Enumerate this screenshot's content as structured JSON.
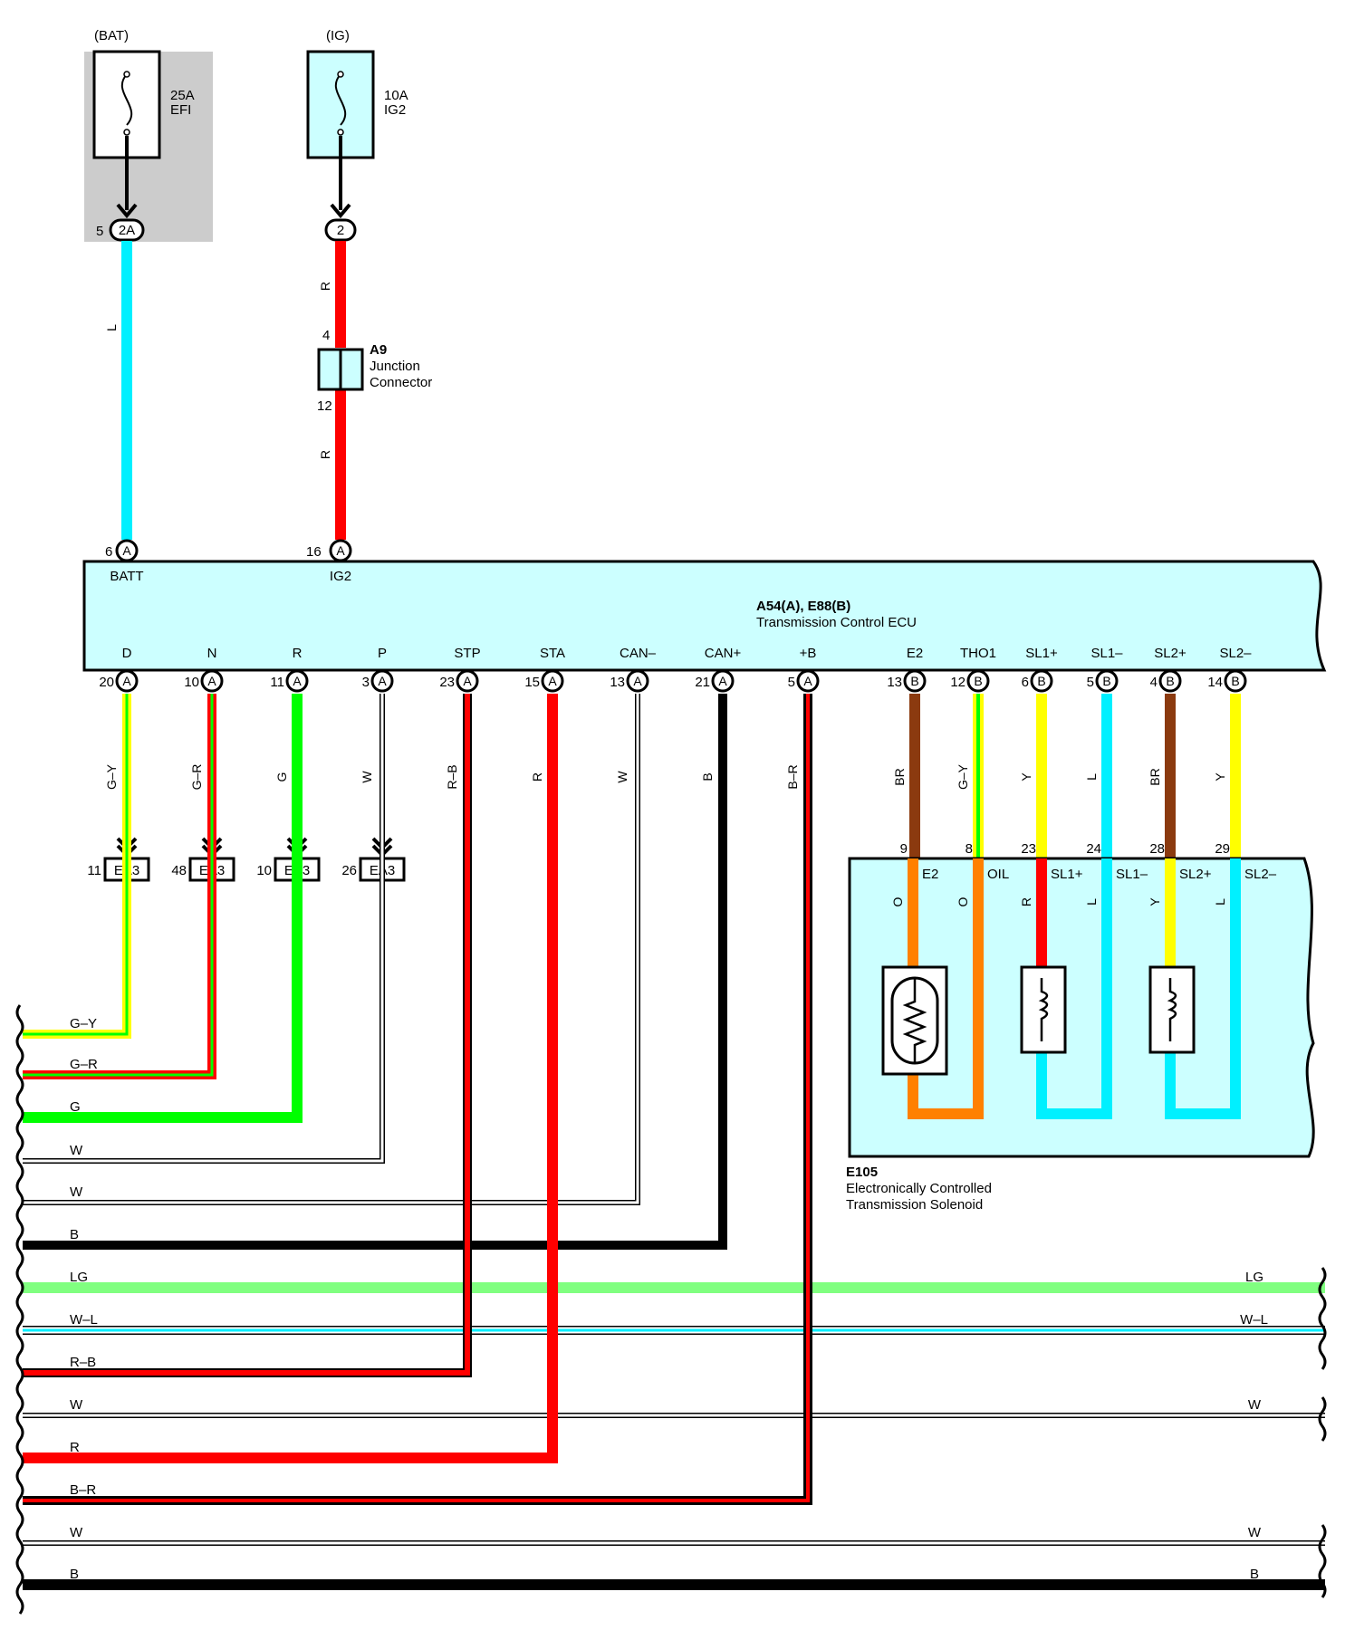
{
  "fuses": [
    {
      "source": "(BAT)",
      "rating": "25A",
      "name": "EFI",
      "connector": "2A",
      "pin": "5"
    },
    {
      "source": "(IG)",
      "rating": "10A",
      "name": "IG2",
      "connector": "2",
      "pin": ""
    }
  ],
  "junction": {
    "id": "A9",
    "line1": "Junction",
    "line2": "Connector",
    "pin_top": "4",
    "pin_bottom": "12"
  },
  "wire_codes_top": {
    "batt": "L",
    "ig_upper": "R",
    "ig_lower": "R"
  },
  "ecu": {
    "id": "A54(A), E88(B)",
    "name": "Transmission Control ECU",
    "top_pins": [
      {
        "pin": "6",
        "conn": "A",
        "label": "BATT"
      },
      {
        "pin": "16",
        "conn": "A",
        "label": "IG2"
      }
    ],
    "bottom_pins": [
      {
        "pin": "20",
        "conn": "A",
        "label": "D",
        "wire": "G–Y"
      },
      {
        "pin": "10",
        "conn": "A",
        "label": "N",
        "wire": "G–R"
      },
      {
        "pin": "11",
        "conn": "A",
        "label": "R",
        "wire": "G"
      },
      {
        "pin": "3",
        "conn": "A",
        "label": "P",
        "wire": "W"
      },
      {
        "pin": "23",
        "conn": "A",
        "label": "STP",
        "wire": "R–B"
      },
      {
        "pin": "15",
        "conn": "A",
        "label": "STA",
        "wire": "R"
      },
      {
        "pin": "13",
        "conn": "A",
        "label": "CAN–",
        "wire": "W"
      },
      {
        "pin": "21",
        "conn": "A",
        "label": "CAN+",
        "wire": "B"
      },
      {
        "pin": "5",
        "conn": "A",
        "label": "+B",
        "wire": "B–R"
      },
      {
        "pin": "13",
        "conn": "B",
        "label": "E2",
        "wire": "BR"
      },
      {
        "pin": "12",
        "conn": "B",
        "label": "THO1",
        "wire": "G–Y"
      },
      {
        "pin": "6",
        "conn": "B",
        "label": "SL1+",
        "wire": "Y"
      },
      {
        "pin": "5",
        "conn": "B",
        "label": "SL1–",
        "wire": "L"
      },
      {
        "pin": "4",
        "conn": "B",
        "label": "SL2+",
        "wire": "BR"
      },
      {
        "pin": "14",
        "conn": "B",
        "label": "SL2–",
        "wire": "Y"
      }
    ]
  },
  "ea3": [
    {
      "pin": "11",
      "name": "EA3"
    },
    {
      "pin": "48",
      "name": "EA3"
    },
    {
      "pin": "10",
      "name": "EA3"
    },
    {
      "pin": "26",
      "name": "EA3"
    }
  ],
  "solenoid": {
    "id": "E105",
    "line1": "Electronically Controlled",
    "line2": "Transmission Solenoid",
    "pins": [
      {
        "pin": "9",
        "label": "E2",
        "inner": "O"
      },
      {
        "pin": "8",
        "label": "OIL",
        "inner": "O"
      },
      {
        "pin": "23",
        "label": "SL1+",
        "inner": "R"
      },
      {
        "pin": "24",
        "label": "SL1–",
        "inner": "L"
      },
      {
        "pin": "28",
        "label": "SL2+",
        "inner": "Y"
      },
      {
        "pin": "29",
        "label": "SL2–",
        "inner": "L"
      }
    ]
  },
  "left_wires": [
    "G–Y",
    "G–R",
    "G",
    "W",
    "W",
    "B",
    "LG",
    "W–L",
    "R–B",
    "W",
    "R",
    "B–R",
    "W",
    "B"
  ],
  "right_wires": [
    "LG",
    "W–L",
    "W",
    "W",
    "B"
  ],
  "colors": {
    "L": "#00f0ff",
    "R": "#ff0000",
    "G": "#00ff00",
    "LG": "#80ff80",
    "Y": "#ffff00",
    "BR": "#8b3a0f",
    "O": "#ff8000",
    "B": "#000000",
    "ecu_fill": "#ccffff",
    "bat_box": "#cccccc"
  }
}
